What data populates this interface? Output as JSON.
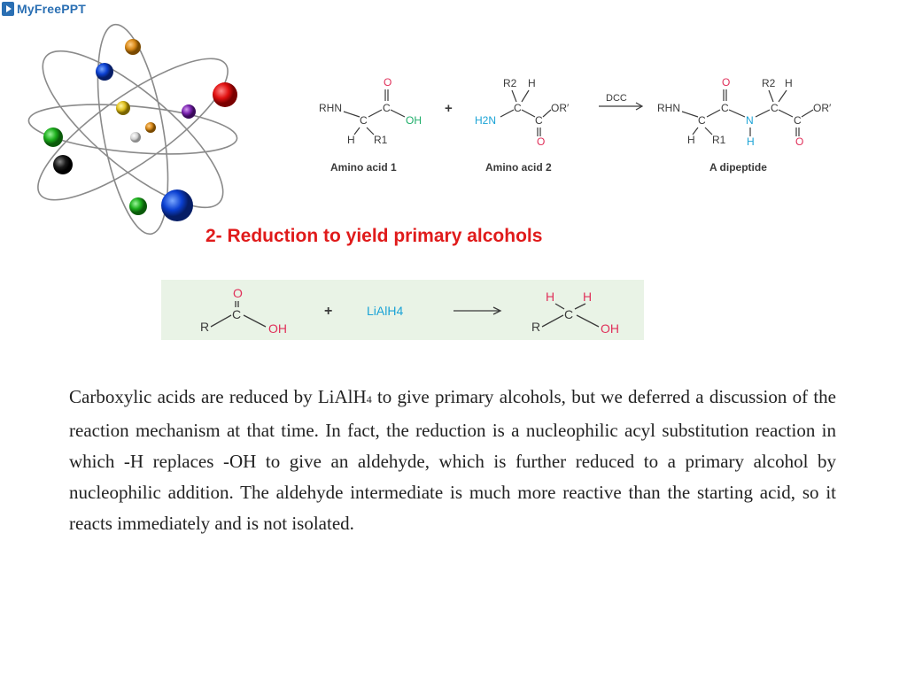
{
  "brand": {
    "name": "MyFreePPT"
  },
  "scheme": {
    "dcc": "DCC",
    "plus": "+",
    "reactant1": {
      "caption": "Amino acid 1",
      "rhn": "RHN",
      "c": "C",
      "o": "O",
      "oh": "OH",
      "h": "H",
      "r1": "R1"
    },
    "reactant2": {
      "caption": "Amino acid 2",
      "h2n": "H2N",
      "c": "C",
      "r2": "R2",
      "h": "H",
      "or": "OR′",
      "o": "O"
    },
    "product": {
      "caption": "A dipeptide",
      "rhn": "RHN",
      "c": "C",
      "n": "N",
      "o": "O",
      "h": "H",
      "r1": "R1",
      "r2": "R2",
      "or": "OR′"
    }
  },
  "section": {
    "heading": "2- Reduction to yield primary alcohols"
  },
  "reaction": {
    "plus": "+",
    "reagent": "LiAlH4",
    "reactant": {
      "r": "R",
      "c": "C",
      "o": "O",
      "oh": "OH"
    },
    "product": {
      "r": "R",
      "c": "C",
      "h1": "H",
      "h2": "H",
      "oh": "OH"
    }
  },
  "body": {
    "p1": "Carboxylic acids are reduced by LiAlH",
    "sub": "4",
    "p2": " to give primary alcohols, but we deferred a discussion of the reaction mechanism at that time. In fact, the reduction is a nucleophilic acyl substitution reaction in which -H replaces -OH to give an aldehyde, which is further reduced to a primary alcohol by nucleophilic addition. The aldehyde intermediate is much more reactive than the starting acid, so it reacts immediately and is not isolated."
  },
  "colors": {
    "heading": "#e01b1b",
    "oxygen": "#e0305a",
    "nitrogen": "#1aa3d6",
    "carbon": "#3a3a3a",
    "rxn_bg": "#e9f3e6"
  }
}
